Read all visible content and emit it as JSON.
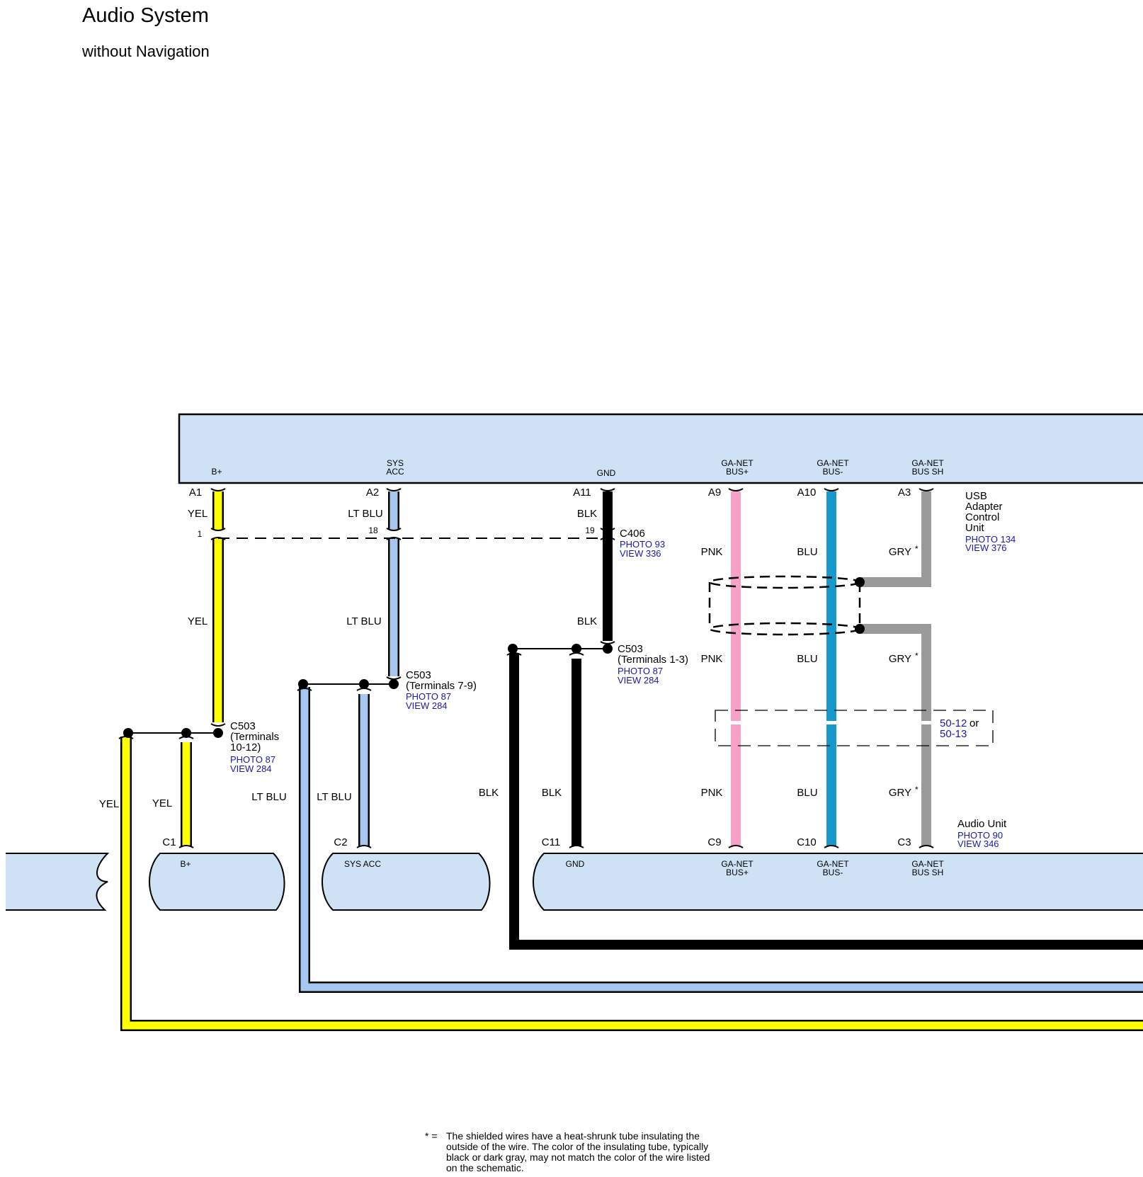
{
  "title": "Audio System",
  "subtitle": "without Navigation",
  "colors": {
    "yellow": "#ffff00",
    "light_blue": "#a6c8ee",
    "black": "#000000",
    "pink": "#f7a1c8",
    "blue": "#1899cc",
    "gray": "#9a9a9a",
    "component_fill": "#cfe2f5",
    "link": "#1a1aa0"
  },
  "usb_unit": {
    "name": "USB\nAdapter\nControl\nUnit",
    "photo": "PHOTO 134",
    "view": "VIEW 376",
    "terminals": [
      {
        "label": "B+",
        "pin": "A1"
      },
      {
        "label": "SYS\nACC",
        "pin": "A2"
      },
      {
        "label": "GND",
        "pin": "A11"
      },
      {
        "label": "GA-NET\nBUS+",
        "pin": "A9"
      },
      {
        "label": "GA-NET\nBUS-",
        "pin": "A10"
      },
      {
        "label": "GA-NET\nBUS SH",
        "pin": "A3"
      }
    ]
  },
  "audio_unit": {
    "name": "Audio Unit",
    "photo": "PHOTO 90",
    "view": "VIEW 346",
    "terminals": [
      {
        "label": "B+",
        "pin": "C1"
      },
      {
        "label": "SYS ACC",
        "pin": "C2"
      },
      {
        "label": "GND",
        "pin": "C11"
      },
      {
        "label": "GA-NET\nBUS+",
        "pin": "C9"
      },
      {
        "label": "GA-NET\nBUS-",
        "pin": "C10"
      },
      {
        "label": "GA-NET\nBUS SH",
        "pin": "C3"
      }
    ]
  },
  "c406": {
    "name": "C406",
    "photo": "PHOTO 93",
    "view": "VIEW 336",
    "pins": [
      "1",
      "18",
      "19"
    ]
  },
  "c503_b": {
    "name": "C503\n(Terminals\n10-12)",
    "photo": "PHOTO 87",
    "view": "VIEW 284"
  },
  "c503_acc": {
    "name": "C503\n(Terminals 7-9)",
    "photo": "PHOTO 87",
    "view": "VIEW 284"
  },
  "c503_gnd": {
    "name": "C503\n(Terminals 1-3)",
    "photo": "PHOTO 87",
    "view": "VIEW 284"
  },
  "wire_colors": {
    "yel": "YEL",
    "lt_blu": "LT BLU",
    "blk": "BLK",
    "pnk": "PNK",
    "blu": "BLU",
    "gry": "GRY",
    "star": "*"
  },
  "ref_box": {
    "line1": "50-12",
    "or": "or",
    "line2": "50-13"
  },
  "footnote": {
    "mark": "* =",
    "text": "The shielded wires have a heat-shrunk tube insulating the outside of the wire. The color of the insulating tube, typically black or dark gray, may not match the color of the wire listed on the schematic."
  }
}
